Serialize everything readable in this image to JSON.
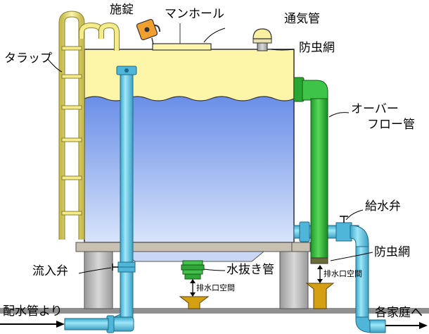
{
  "labels": {
    "lock": "施錠",
    "manhole": "マンホール",
    "vent_pipe": "通気管",
    "insect_screen_top": "防虫網",
    "ladder": "タラップ",
    "overflow_line1": "オーバー",
    "overflow_line2": "フロー管",
    "supply_valve": "給水弁",
    "insect_screen_bottom": "防虫網",
    "inflow_valve": "流入弁",
    "drain_pipe": "水抜き管",
    "drain_space_center": "排水口空間",
    "drain_space_right": "排水口空間",
    "from_main": "配水管より",
    "to_homes": "各家庭へ"
  },
  "colors": {
    "water": "#6a8ee8",
    "air": "#fdf6a8",
    "inlet_pipe": "#66ccee",
    "overflow_pipe": "#33bb33",
    "ladder": "#f4ec8a",
    "lock": "#f0a030",
    "base": "#c8c0b0"
  }
}
